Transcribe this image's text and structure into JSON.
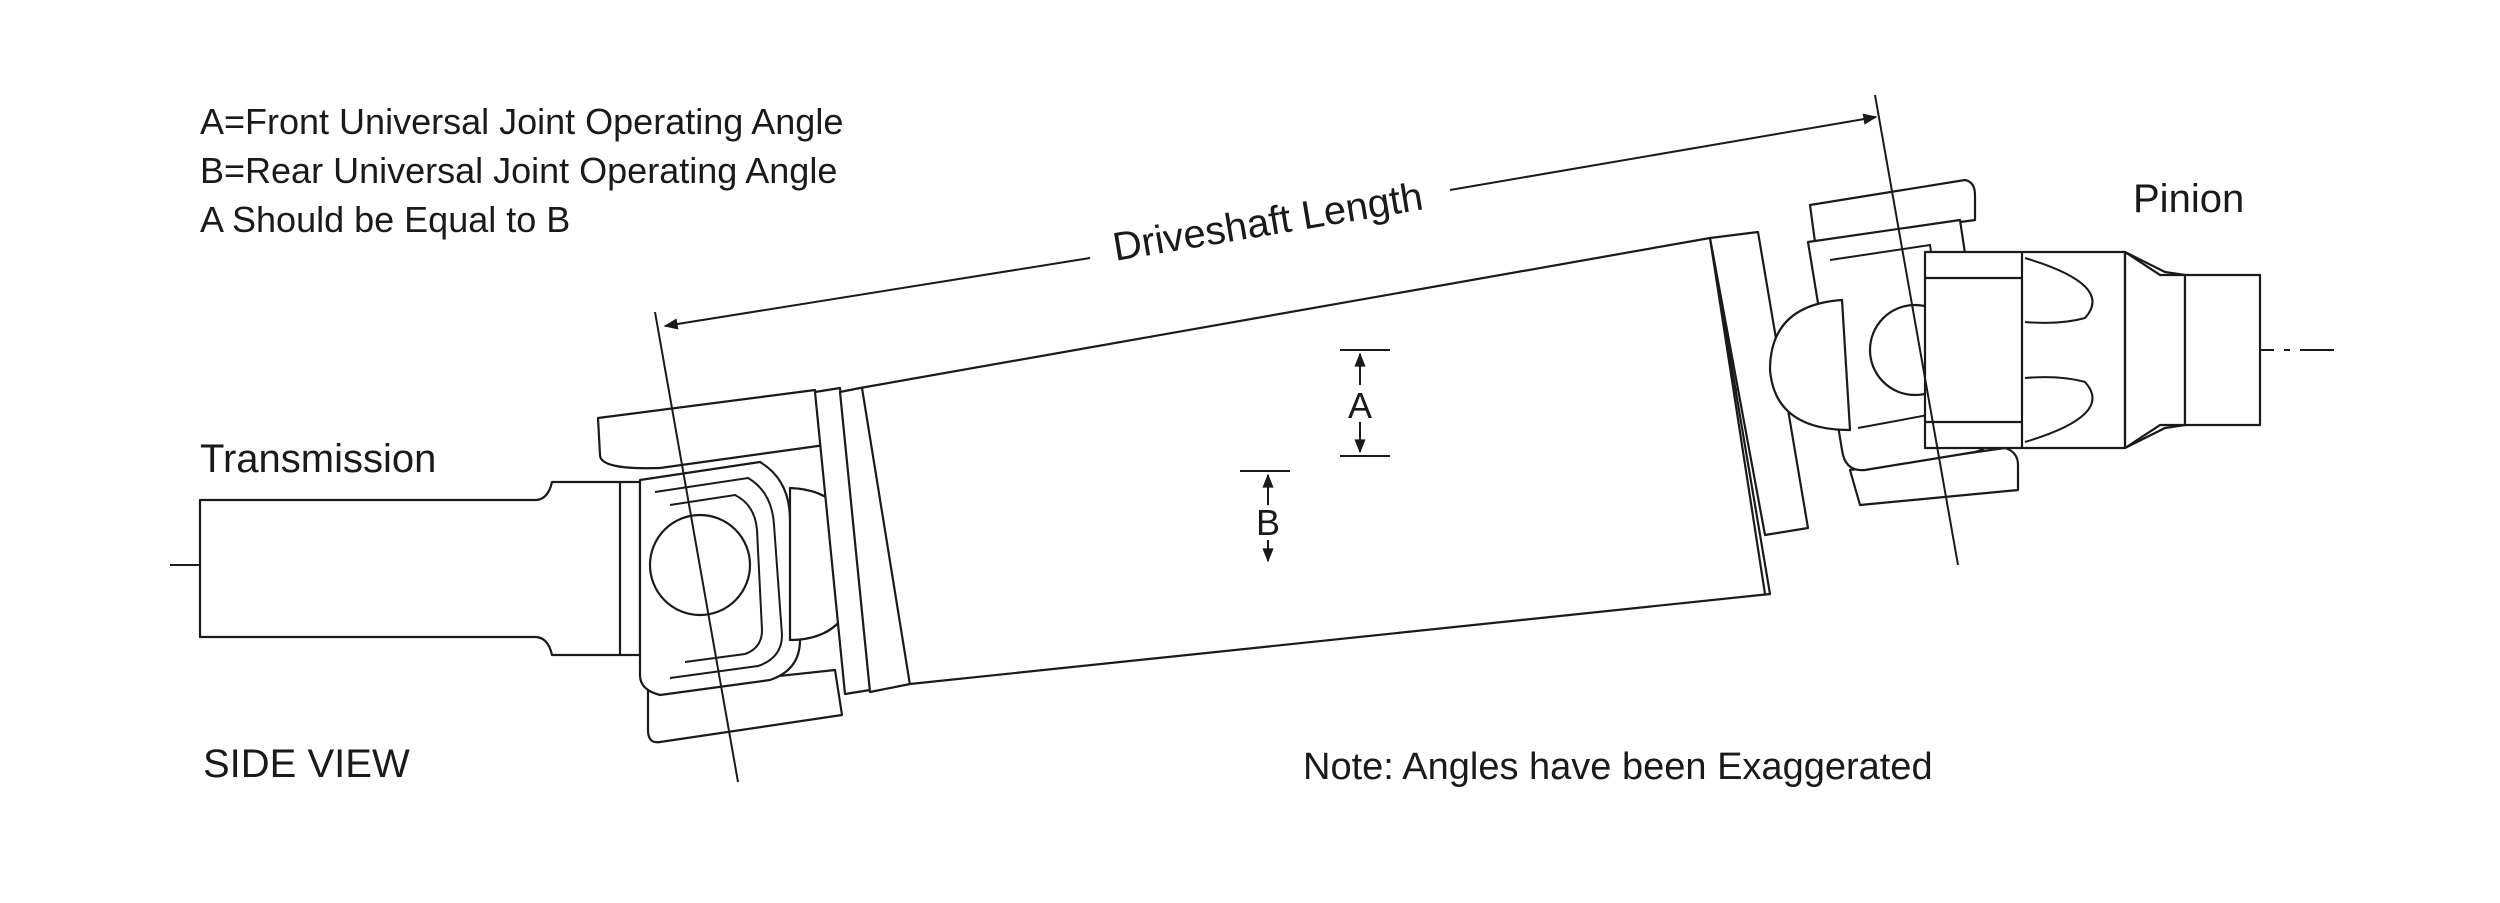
{
  "legend": {
    "line_a": "A=Front Universal Joint Operating Angle",
    "line_b": "B=Rear Universal Joint Operating Angle",
    "line_c": "A Should be Equal to B"
  },
  "labels": {
    "driveshaft_length": "Driveshaft Length",
    "pinion": "Pinion",
    "transmission": "Transmission",
    "side_view": "SIDE VIEW",
    "note": "Note: Angles have been Exaggerated",
    "angle_a": "A",
    "angle_b": "B"
  },
  "colors": {
    "ink": "#1a1a1a",
    "background": "#ffffff"
  }
}
